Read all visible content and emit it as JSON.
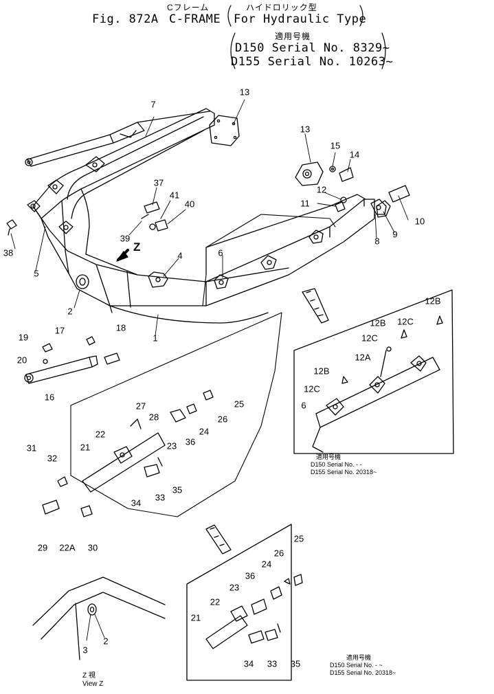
{
  "header": {
    "jp_title": "Cフレーム",
    "fig_label": "Fig. 872A",
    "title": "C-FRAME",
    "jp_subtitle": "ハイドロリック型",
    "subtitle": "For Hydraulic Type",
    "applic_jp": "適用号機",
    "serial_1": "D150 Serial No. 8329~",
    "serial_2": "D155 Serial No. 10263~"
  },
  "applicability": {
    "mid": {
      "jp": "適用号機",
      "line1": "D150 Serial No. - -",
      "line2": "D155 Serial No. 20318~"
    },
    "bottom": {
      "jp": "適用号機",
      "line1": "D150 Serial No. - ~",
      "line2": "D155 Serial No. 20318~"
    }
  },
  "view_label": {
    "jp": "Z 視",
    "en": "View Z"
  },
  "z_marker": "Z",
  "callouts": {
    "c1": "1",
    "c2": "2",
    "c3": "3",
    "c4": "4",
    "c5": "5",
    "c6": "6",
    "c7": "7",
    "c8": "8",
    "c9": "9",
    "c10": "10",
    "c11": "11",
    "c12": "12",
    "c12A": "12A",
    "c12B": "12B",
    "c12C": "12C",
    "c13": "13",
    "c14": "14",
    "c15": "15",
    "c16": "16",
    "c17": "17",
    "c18": "18",
    "c19": "19",
    "c20": "20",
    "c21": "21",
    "c22": "22",
    "c22A": "22A",
    "c23": "23",
    "c24": "24",
    "c25": "25",
    "c26": "26",
    "c27": "27",
    "c28": "28",
    "c29": "29",
    "c30": "30",
    "c31": "31",
    "c32": "32",
    "c33": "33",
    "c34": "34",
    "c35": "35",
    "c36": "36",
    "c37": "37",
    "c38": "38",
    "c39": "39",
    "c40": "40",
    "c41": "41"
  }
}
